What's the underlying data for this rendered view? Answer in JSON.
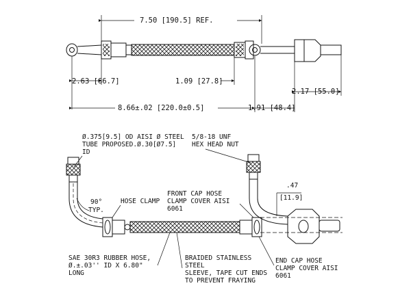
{
  "top_view": {
    "dim_overall_ref": "7.50 [190.5] REF.",
    "dim_left_offset": "2.63 [66.7]",
    "dim_right_offset": "1.09 [27.8]",
    "dim_total_length": "8.66±.02 [220.0±0.5]",
    "dim_end_offset": "1.91 [48.4]",
    "dim_end_width": "2.17 [55.0]"
  },
  "bottom_view": {
    "tube_callout_line1": "Ø.375[9.5] OD AISI Ø STEEL",
    "tube_callout_line2": "TUBE PROPOSED.Ø.30[Ø7.5]",
    "tube_callout_line3": "ID",
    "nut_callout_line1": "5/8-18 UNF",
    "nut_callout_line2": "HEX HEAD NUT",
    "bend_angle": "90°",
    "bend_typ": "TYP.",
    "hose_clamp": "HOSE CLAMP",
    "front_cap_line1": "FRONT CAP HOSE",
    "front_cap_line2": "CLAMP COVER AISI",
    "front_cap_line3": "6061",
    "dim_rise_in": ".47",
    "dim_rise_mm": "[11.9]",
    "rubber_hose_line1": "SAE 30R3 RUBBER HOSE,",
    "rubber_hose_line2": "Ø.±.03'' ID X 6.80\"",
    "rubber_hose_line3": "LONG",
    "braid_line1": "BRAIDED STAINLESS",
    "braid_line2": "STEEL",
    "braid_line3": "SLEEVE, TAPE CUT ENDS",
    "braid_line4": "TO PREVENT FRAYING",
    "end_cap_line1": "END CAP HOSE",
    "end_cap_line2": "CLAMP COVER AISI",
    "end_cap_line3": "6061"
  }
}
